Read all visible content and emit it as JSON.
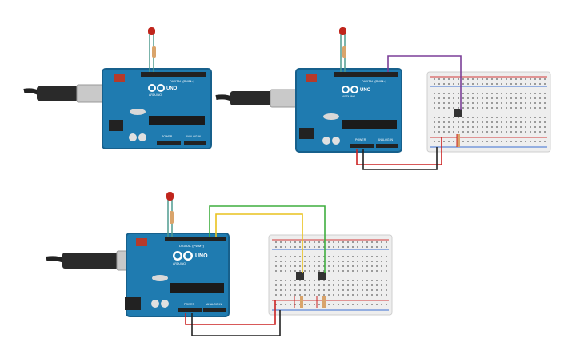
{
  "canvas": {
    "background": "#ffffff"
  },
  "board": {
    "brand": "ARDUINO",
    "model": "UNO",
    "digital_header": "DIGITAL (PWM~)",
    "power_header": "POWER",
    "analog_header": "ANALOG IN",
    "colors": {
      "pcb": "#1f7bb0",
      "pcb_dark": "#17608c",
      "header": "#222222",
      "chip": "#1b1b1b"
    }
  },
  "usb": {
    "colors": {
      "plug": "#c7c7c7",
      "body": "#2a2a2a"
    }
  },
  "breadboard": {
    "colors": {
      "body": "#eeeeee",
      "border": "#cfcfcf",
      "rail_red": "#d23b3b",
      "rail_blue": "#3b6fd2",
      "hole": "#9a9a9a"
    }
  },
  "wires": {
    "purple": "#7b3f98",
    "red": "#cc2222",
    "black": "#222222",
    "yellow": "#e9c21e",
    "green": "#3fae3f",
    "lead": "#4f9a8f"
  },
  "led": {
    "color": "#c0251c"
  },
  "resistor": {
    "color": "#d9a46b"
  }
}
